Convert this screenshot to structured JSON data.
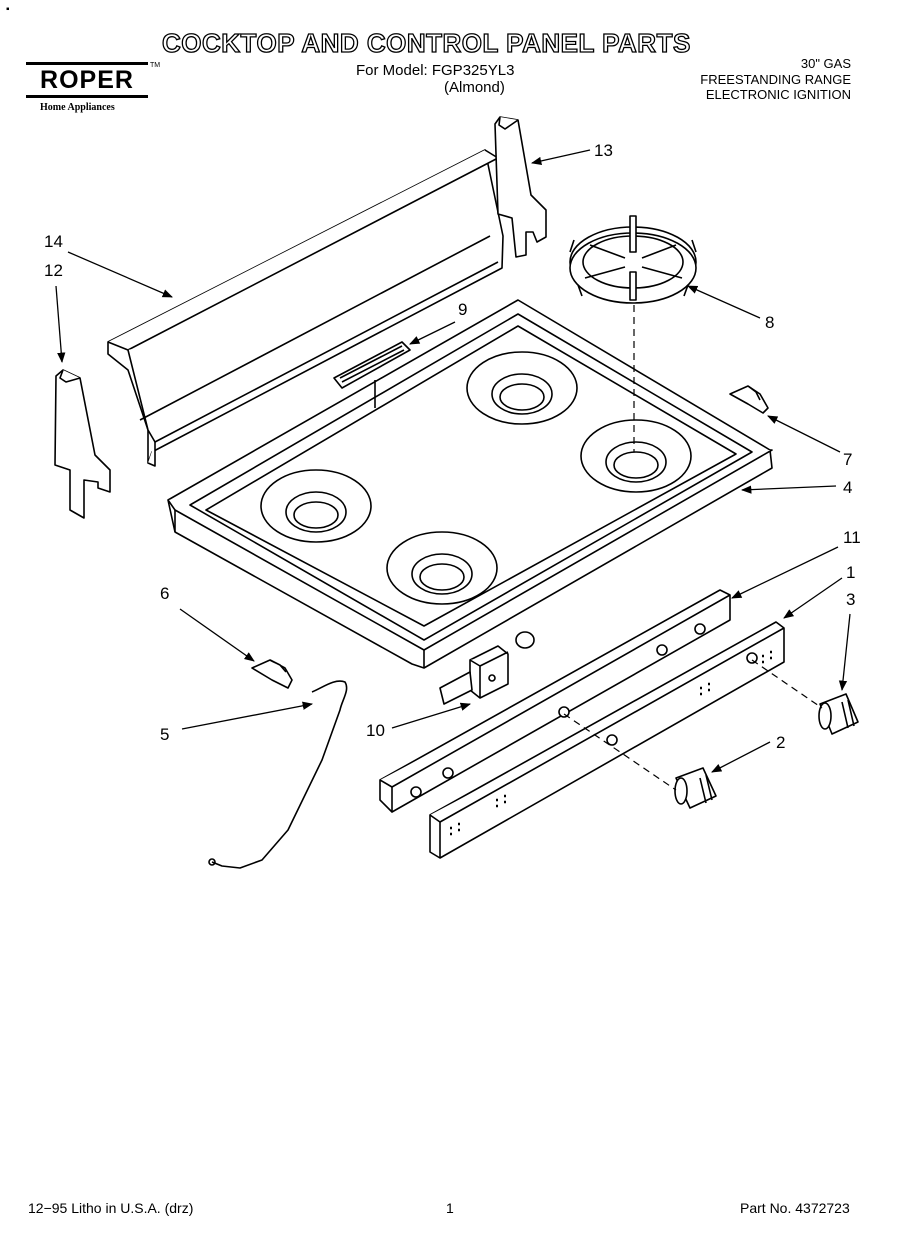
{
  "header": {
    "corner_mark": "▪",
    "title": "COCKTOP AND CONTROL PANEL PARTS",
    "model_line": "For Model: FGP325YL3",
    "model_color": "(Almond)"
  },
  "logo": {
    "brand": "ROPER",
    "trademark": "TM",
    "tagline": "Home Appliances"
  },
  "spec": {
    "line1": "30\" GAS",
    "line2": "FREESTANDING RANGE",
    "line3": "ELECTRONIC IGNITION"
  },
  "callouts": {
    "c1": "1",
    "c2": "2",
    "c3": "3",
    "c4": "4",
    "c5": "5",
    "c6": "6",
    "c7": "7",
    "c8": "8",
    "c9": "9",
    "c10": "10",
    "c11": "11",
    "c12": "12",
    "c13": "13",
    "c14": "14"
  },
  "footer": {
    "litho": "12−95 Litho in U.S.A. (drz)",
    "page": "1",
    "part_no": "Part No. 4372723"
  }
}
